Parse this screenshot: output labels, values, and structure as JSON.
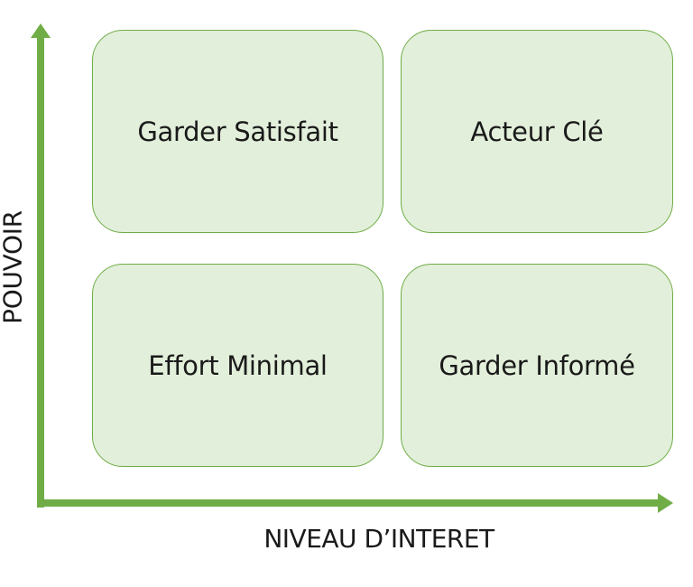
{
  "diagram": {
    "quadrants": {
      "top_left": "Garder Satisfait",
      "top_right": "Acteur Clé",
      "bottom_left": "Effort Minimal",
      "bottom_right": "Garder Informé"
    },
    "x_axis_label": "NIVEAU D’INTERET",
    "y_axis_label": "POUVOIR"
  },
  "colors": {
    "axis": "#70ad47",
    "quadrant_fill": "#e2efda",
    "quadrant_border": "#70ad47",
    "text": "#1a1a1a"
  }
}
